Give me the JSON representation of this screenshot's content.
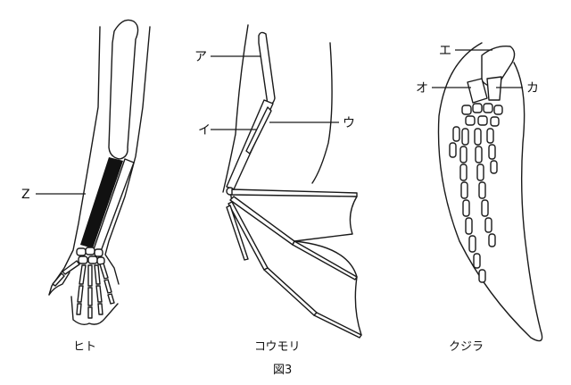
{
  "labels": {
    "a": "ア",
    "i": "イ",
    "u": "ウ",
    "e": "エ",
    "o": "オ",
    "ka": "カ",
    "z": "Z"
  },
  "captions": {
    "human": "ヒト",
    "bat": "コウモリ",
    "whale": "クジラ"
  },
  "figure_caption": "図3",
  "highlight_color": "#111111"
}
